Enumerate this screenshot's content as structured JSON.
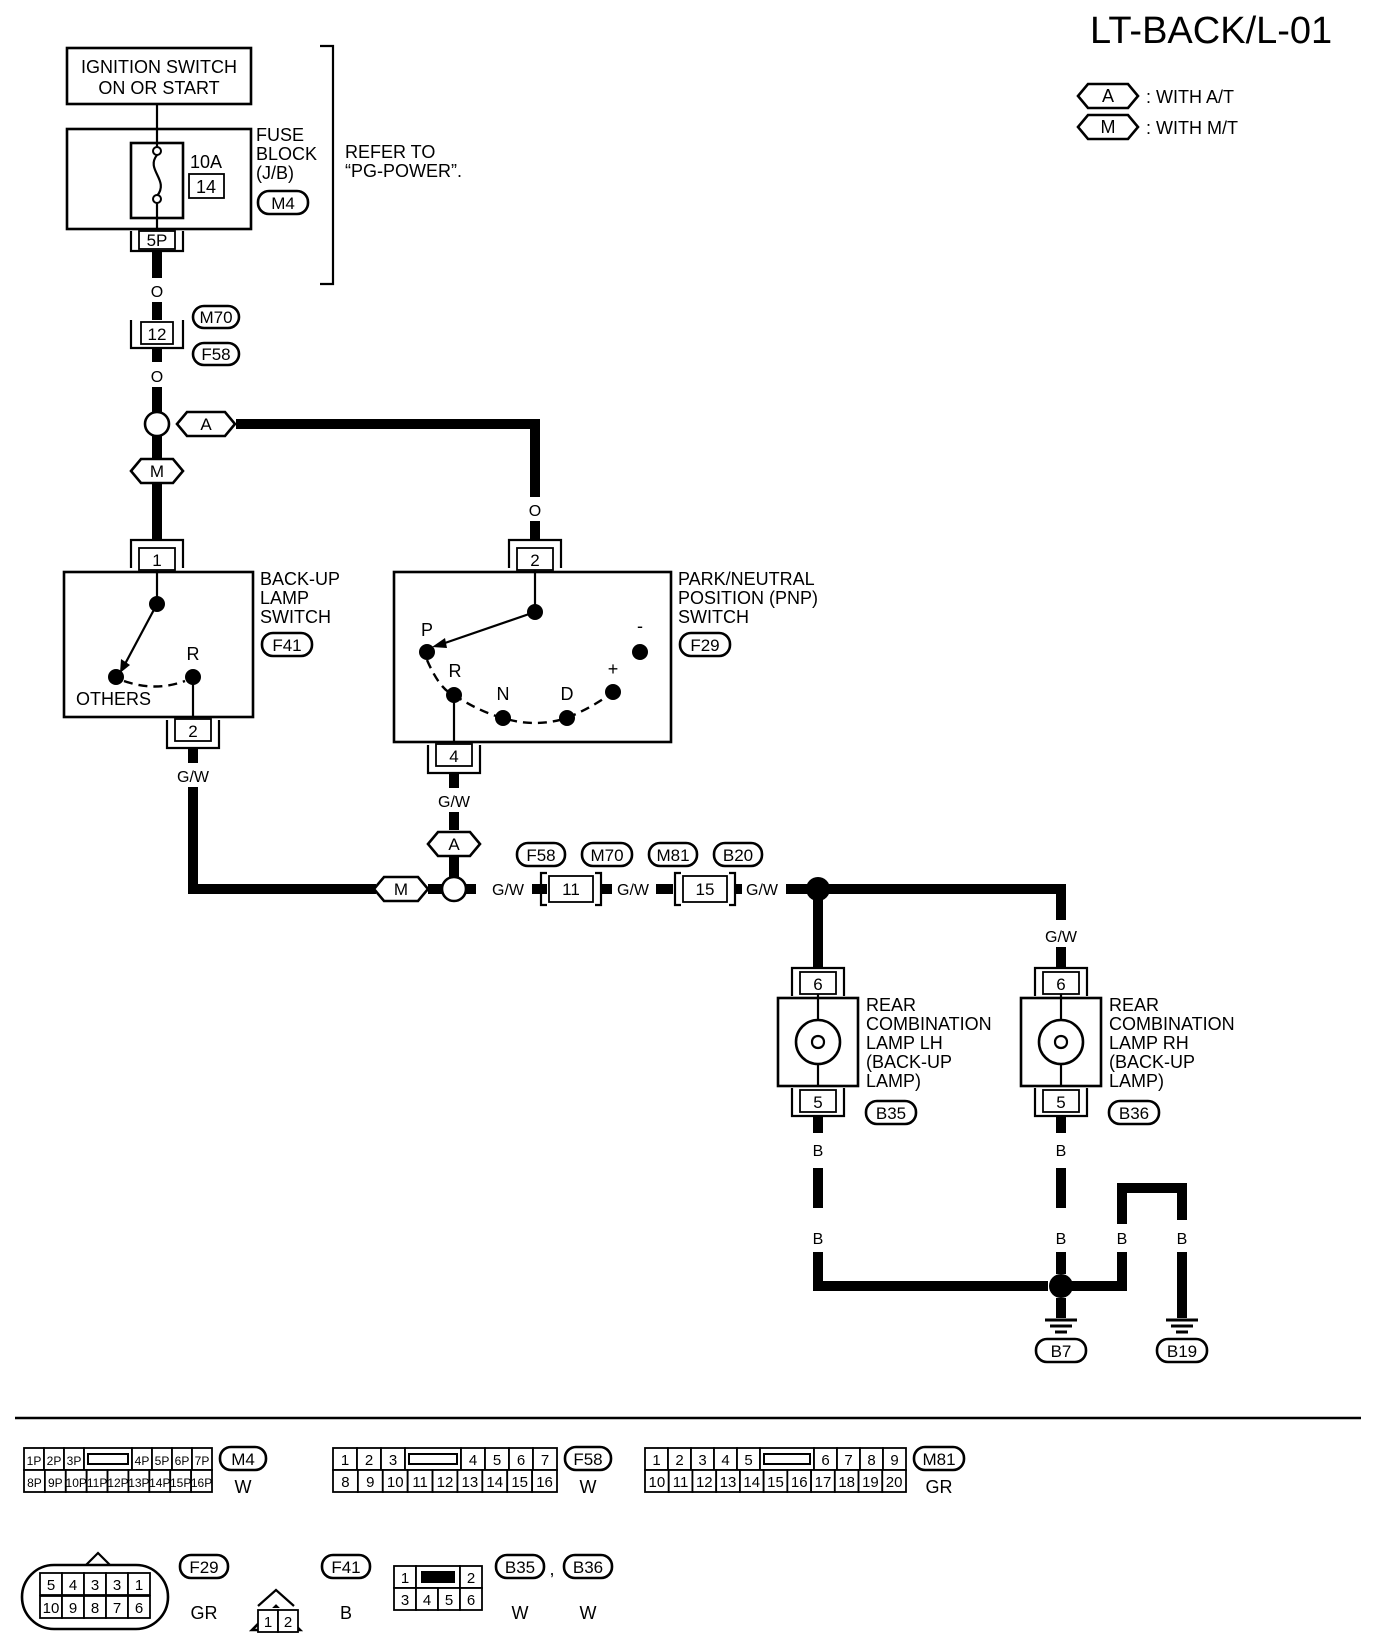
{
  "title": "LT-BACK/L-01",
  "legend": [
    {
      "code": "A",
      "text": ": WITH A/T"
    },
    {
      "code": "M",
      "text": ": WITH M/T"
    }
  ],
  "components": {
    "ignition": [
      "IGNITION SWITCH",
      "ON OR START"
    ],
    "fuse_block": {
      "lines": [
        "FUSE",
        "BLOCK",
        "(J/B)"
      ],
      "amp": "10A",
      "fuse_no": "14",
      "connector": "M4",
      "pin": "5P"
    },
    "refer": [
      "REFER TO",
      "“PG-POWER”."
    ],
    "backup_switch": {
      "lines": [
        "BACK-UP",
        "LAMP",
        "SWITCH"
      ],
      "connector": "F41",
      "pin_in": "1",
      "pin_out": "2",
      "pos_r": "R",
      "pos_others": "OTHERS"
    },
    "pnp_switch": {
      "lines": [
        "PARK/NEUTRAL",
        "POSITION (PNP)",
        "SWITCH"
      ],
      "connector": "F29",
      "pin_in": "2",
      "pin_out": "4",
      "pos": [
        "P",
        "R",
        "N",
        "D",
        "+",
        "-"
      ]
    },
    "lamp_lh": {
      "lines": [
        "REAR",
        "COMBINATION",
        "LAMP LH",
        "(BACK-UP",
        "LAMP)"
      ],
      "connector": "B35",
      "pin_in": "6",
      "pin_out": "5"
    },
    "lamp_rh": {
      "lines": [
        "REAR",
        "COMBINATION",
        "LAMP RH",
        "(BACK-UP",
        "LAMP)"
      ],
      "connector": "B36",
      "pin_in": "6",
      "pin_out": "5"
    }
  },
  "connectors_inline": {
    "c12": {
      "pin": "12",
      "top": "M70",
      "bottom": "F58"
    },
    "c11": {
      "pin": "11",
      "labels": [
        "F58",
        "M70"
      ]
    },
    "c15": {
      "pin": "15",
      "labels": [
        "M81",
        "B20"
      ]
    }
  },
  "wire_colors": {
    "o": "O",
    "gw": "G/W",
    "b": "B"
  },
  "options": {
    "a": "A",
    "m": "M"
  },
  "grounds": [
    "B7",
    "B19"
  ],
  "footer": {
    "m4": {
      "name": "M4",
      "color": "W",
      "row1": [
        "1P",
        "2P",
        "3P",
        "",
        "4P",
        "5P",
        "6P",
        "7P"
      ],
      "row2": [
        "8P",
        "9P",
        "10P",
        "11P",
        "12P",
        "13P",
        "14P",
        "15P",
        "16P"
      ]
    },
    "f58": {
      "name": "F58",
      "color": "W",
      "row1": [
        "1",
        "2",
        "3",
        "",
        "4",
        "5",
        "6",
        "7"
      ],
      "row2": [
        "8",
        "9",
        "10",
        "11",
        "12",
        "13",
        "14",
        "15",
        "16"
      ]
    },
    "m81": {
      "name": "M81",
      "color": "GR",
      "row1": [
        "1",
        "2",
        "3",
        "4",
        "5",
        "",
        "6",
        "7",
        "8",
        "9"
      ],
      "row2": [
        "10",
        "11",
        "12",
        "13",
        "14",
        "15",
        "16",
        "17",
        "18",
        "19",
        "20"
      ]
    },
    "f29": {
      "name": "F29",
      "color": "GR",
      "row1": [
        "5",
        "4",
        "3",
        "3",
        "1"
      ],
      "row2": [
        "10",
        "9",
        "8",
        "7",
        "6"
      ]
    },
    "f41": {
      "name": "F41",
      "color": "B",
      "pins": [
        "1",
        "2"
      ]
    },
    "b35": {
      "name": "B35",
      "sep": ",",
      "name2": "B36",
      "color": "W",
      "color2": "W",
      "row1": [
        "1",
        "",
        "2"
      ],
      "row2": [
        "3",
        "4",
        "5",
        "6"
      ]
    }
  }
}
